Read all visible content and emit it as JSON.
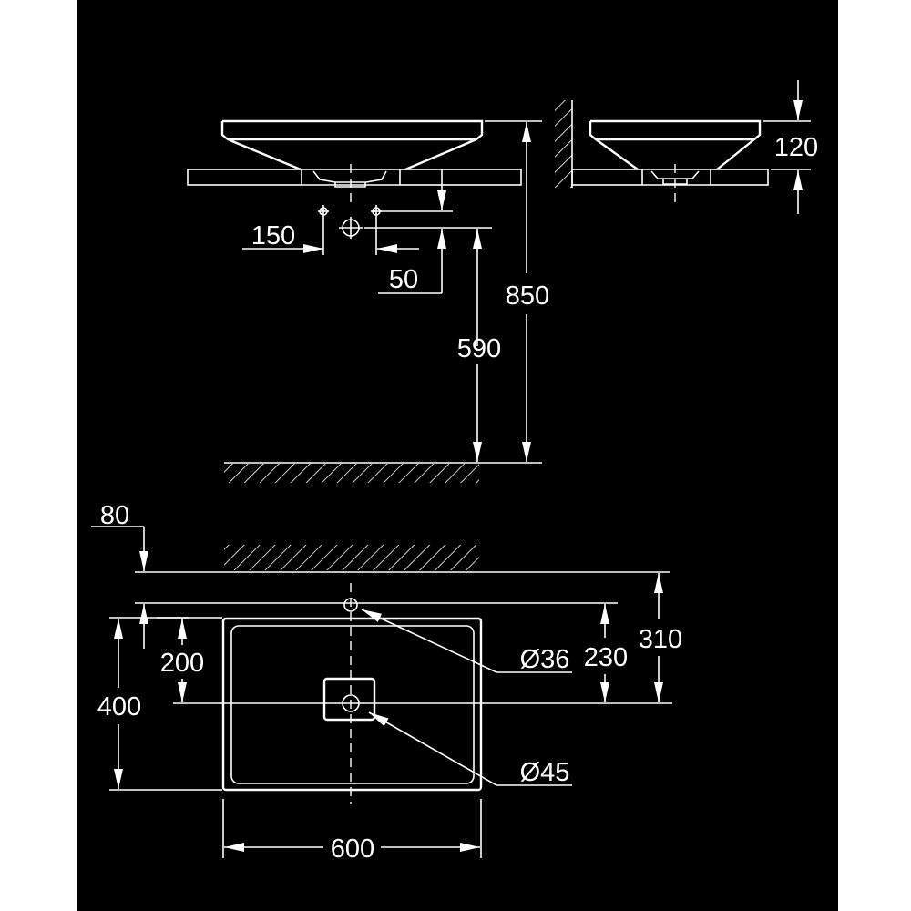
{
  "colors": {
    "background": "#000000",
    "lines": "#ffffff",
    "margin": "#ffffff"
  },
  "front_view": {
    "dim_150": "150",
    "dim_50": "50",
    "dim_590": "590",
    "dim_850": "850"
  },
  "side_view": {
    "dim_120": "120"
  },
  "top_view": {
    "dim_80": "80",
    "dim_200": "200",
    "dim_400": "400",
    "dim_230": "230",
    "dim_310": "310",
    "dim_36": "Ø36",
    "dim_45": "Ø45",
    "dim_600": "600"
  }
}
